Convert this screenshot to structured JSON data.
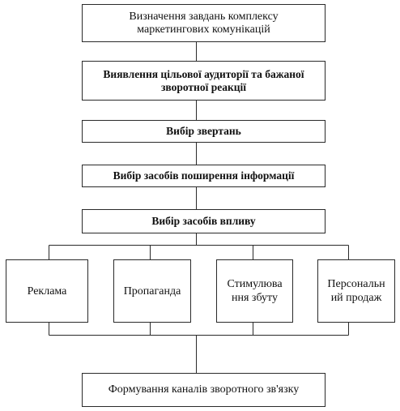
{
  "steps": [
    {
      "id": "step-1",
      "lines": [
        "Визначення завдань комплексу",
        "маркетингових комунікацій"
      ]
    },
    {
      "id": "step-2",
      "lines": [
        "Виявлення цільової аудиторії та бажаної",
        "зворотної реакції"
      ]
    },
    {
      "id": "step-3",
      "lines": [
        "Вибір звертань"
      ]
    },
    {
      "id": "step-4",
      "lines": [
        "Вибір засобів поширення інформації"
      ]
    },
    {
      "id": "step-5",
      "lines": [
        "Вибір засобів впливу"
      ]
    }
  ],
  "channels": [
    {
      "id": "reklama",
      "lines": [
        "Реклама"
      ]
    },
    {
      "id": "propaganda",
      "lines": [
        "Пропаганда"
      ]
    },
    {
      "id": "stymuliuvannia-zbutu",
      "lines": [
        "Стимулюва",
        "ння збуту"
      ]
    },
    {
      "id": "personalnyi-prodazh",
      "lines": [
        "Персональн",
        "ий продаж"
      ]
    }
  ],
  "final_step": {
    "id": "feedback",
    "lines": [
      "Формування каналів зворотного зв'язку"
    ]
  }
}
